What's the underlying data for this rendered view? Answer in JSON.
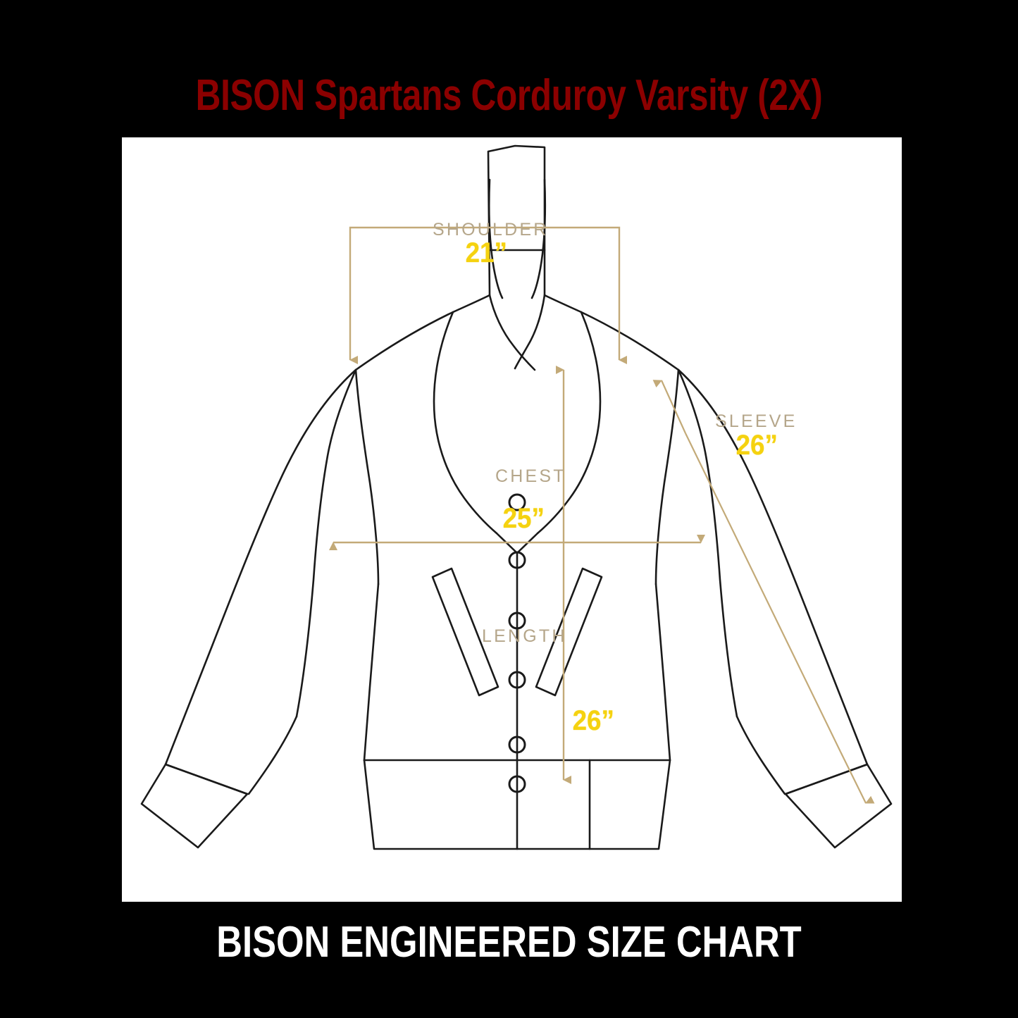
{
  "header": {
    "title": "BISON Spartans Corduroy Varsity (2X)",
    "title_color": "#8B0000"
  },
  "footer": {
    "text": "BISON ENGINEERED SIZE CHART",
    "text_color": "#FFFFFF"
  },
  "panel": {
    "background": "#FFFFFF",
    "garment": "varsity-jacket-technical-flat",
    "line_color": "#1A1A1A"
  },
  "theme": {
    "background": "#000000",
    "label_color": "#B5A68A",
    "value_color": "#F5D210",
    "arrow_color": "#C3AA78"
  },
  "measurements": {
    "shoulder": {
      "label": "SHOULDER",
      "value": "21”"
    },
    "sleeve": {
      "label": "SLEEVE",
      "value": "26”"
    },
    "chest": {
      "label": "CHEST",
      "value": "25”"
    },
    "length": {
      "label": "LENGTH",
      "value": "26”"
    }
  },
  "chart_data": {
    "type": "table",
    "title": "BISON Spartans Corduroy Varsity (2X)",
    "subtitle": "BISON ENGINEERED SIZE CHART",
    "size": "2X",
    "unit": "inches",
    "categories": [
      "SHOULDER",
      "CHEST",
      "LENGTH",
      "SLEEVE"
    ],
    "values": [
      21,
      25,
      26,
      26
    ],
    "labels": [
      "21”",
      "25”",
      "26”",
      "26”"
    ]
  }
}
